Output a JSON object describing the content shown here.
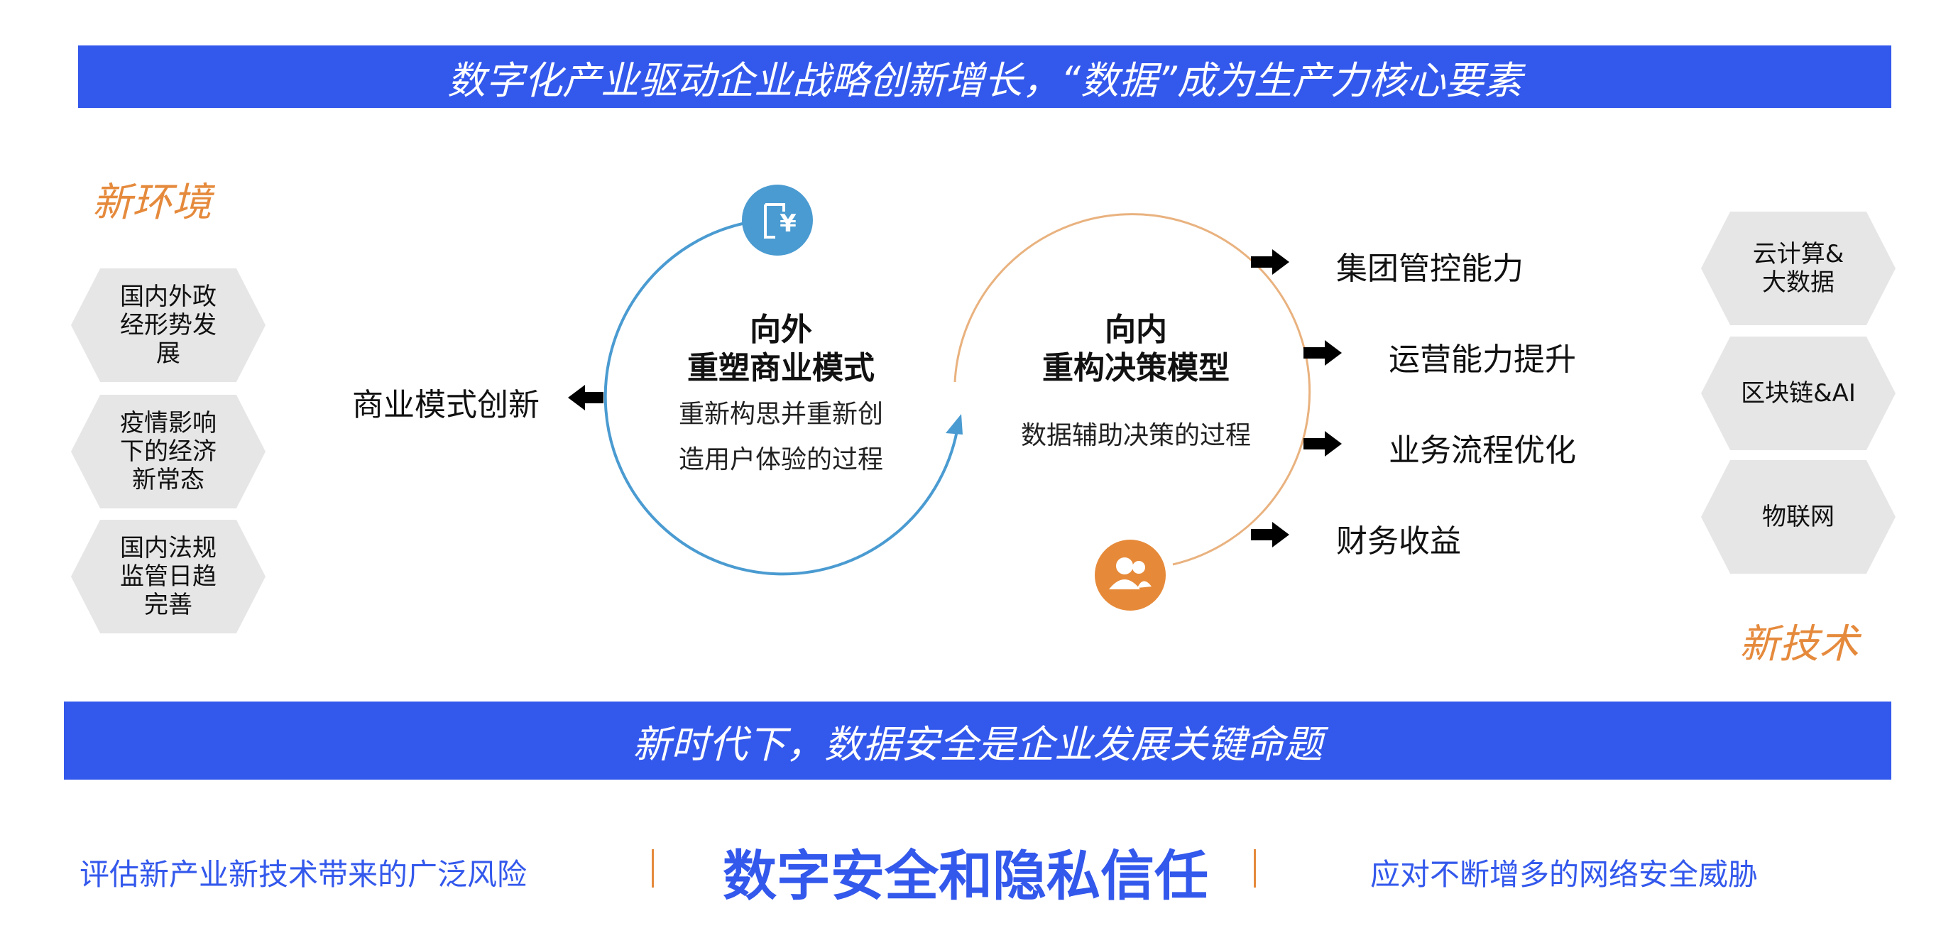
{
  "banner_top": "数字化产业驱动企业战略创新增长，“数据”成为生产力核心要素",
  "banner_mid": "新时代下，数据安全是企业发展关键命题",
  "left_panel": {
    "title": "新环境",
    "items": [
      "国内外政经形势发展",
      "疫情影响下的经济新常态",
      "国内法规监管日趋完善"
    ]
  },
  "right_panel": {
    "title": "新技术",
    "items": [
      "云计算&大数据",
      "区块链&AI",
      "物联网"
    ]
  },
  "outer_cycle": {
    "heading_line1": "向外",
    "heading_line2": "重塑商业模式",
    "desc_line1": "重新构思并重新创",
    "desc_line2": "造用户体验的过程",
    "output": "商业模式创新",
    "icon": "finance-document-icon",
    "color": "#4a9bd1"
  },
  "inner_cycle": {
    "heading_line1": "向内",
    "heading_line2": "重构决策模型",
    "desc": "数据辅助决策的过程",
    "icon": "users-icon",
    "color": "#e68a3a",
    "outputs": [
      "集团管控能力",
      "运营能力提升",
      "业务流程优化",
      "财务收益"
    ]
  },
  "bottom": {
    "left": "评估新产业新技术带来的广泛风险",
    "center": "数字安全和隐私信任",
    "right": "应对不断增多的网络安全威胁"
  },
  "colors": {
    "banner": "#3358ec",
    "accent_orange": "#e58a3c",
    "hex_fill": "#e6e6e6"
  }
}
